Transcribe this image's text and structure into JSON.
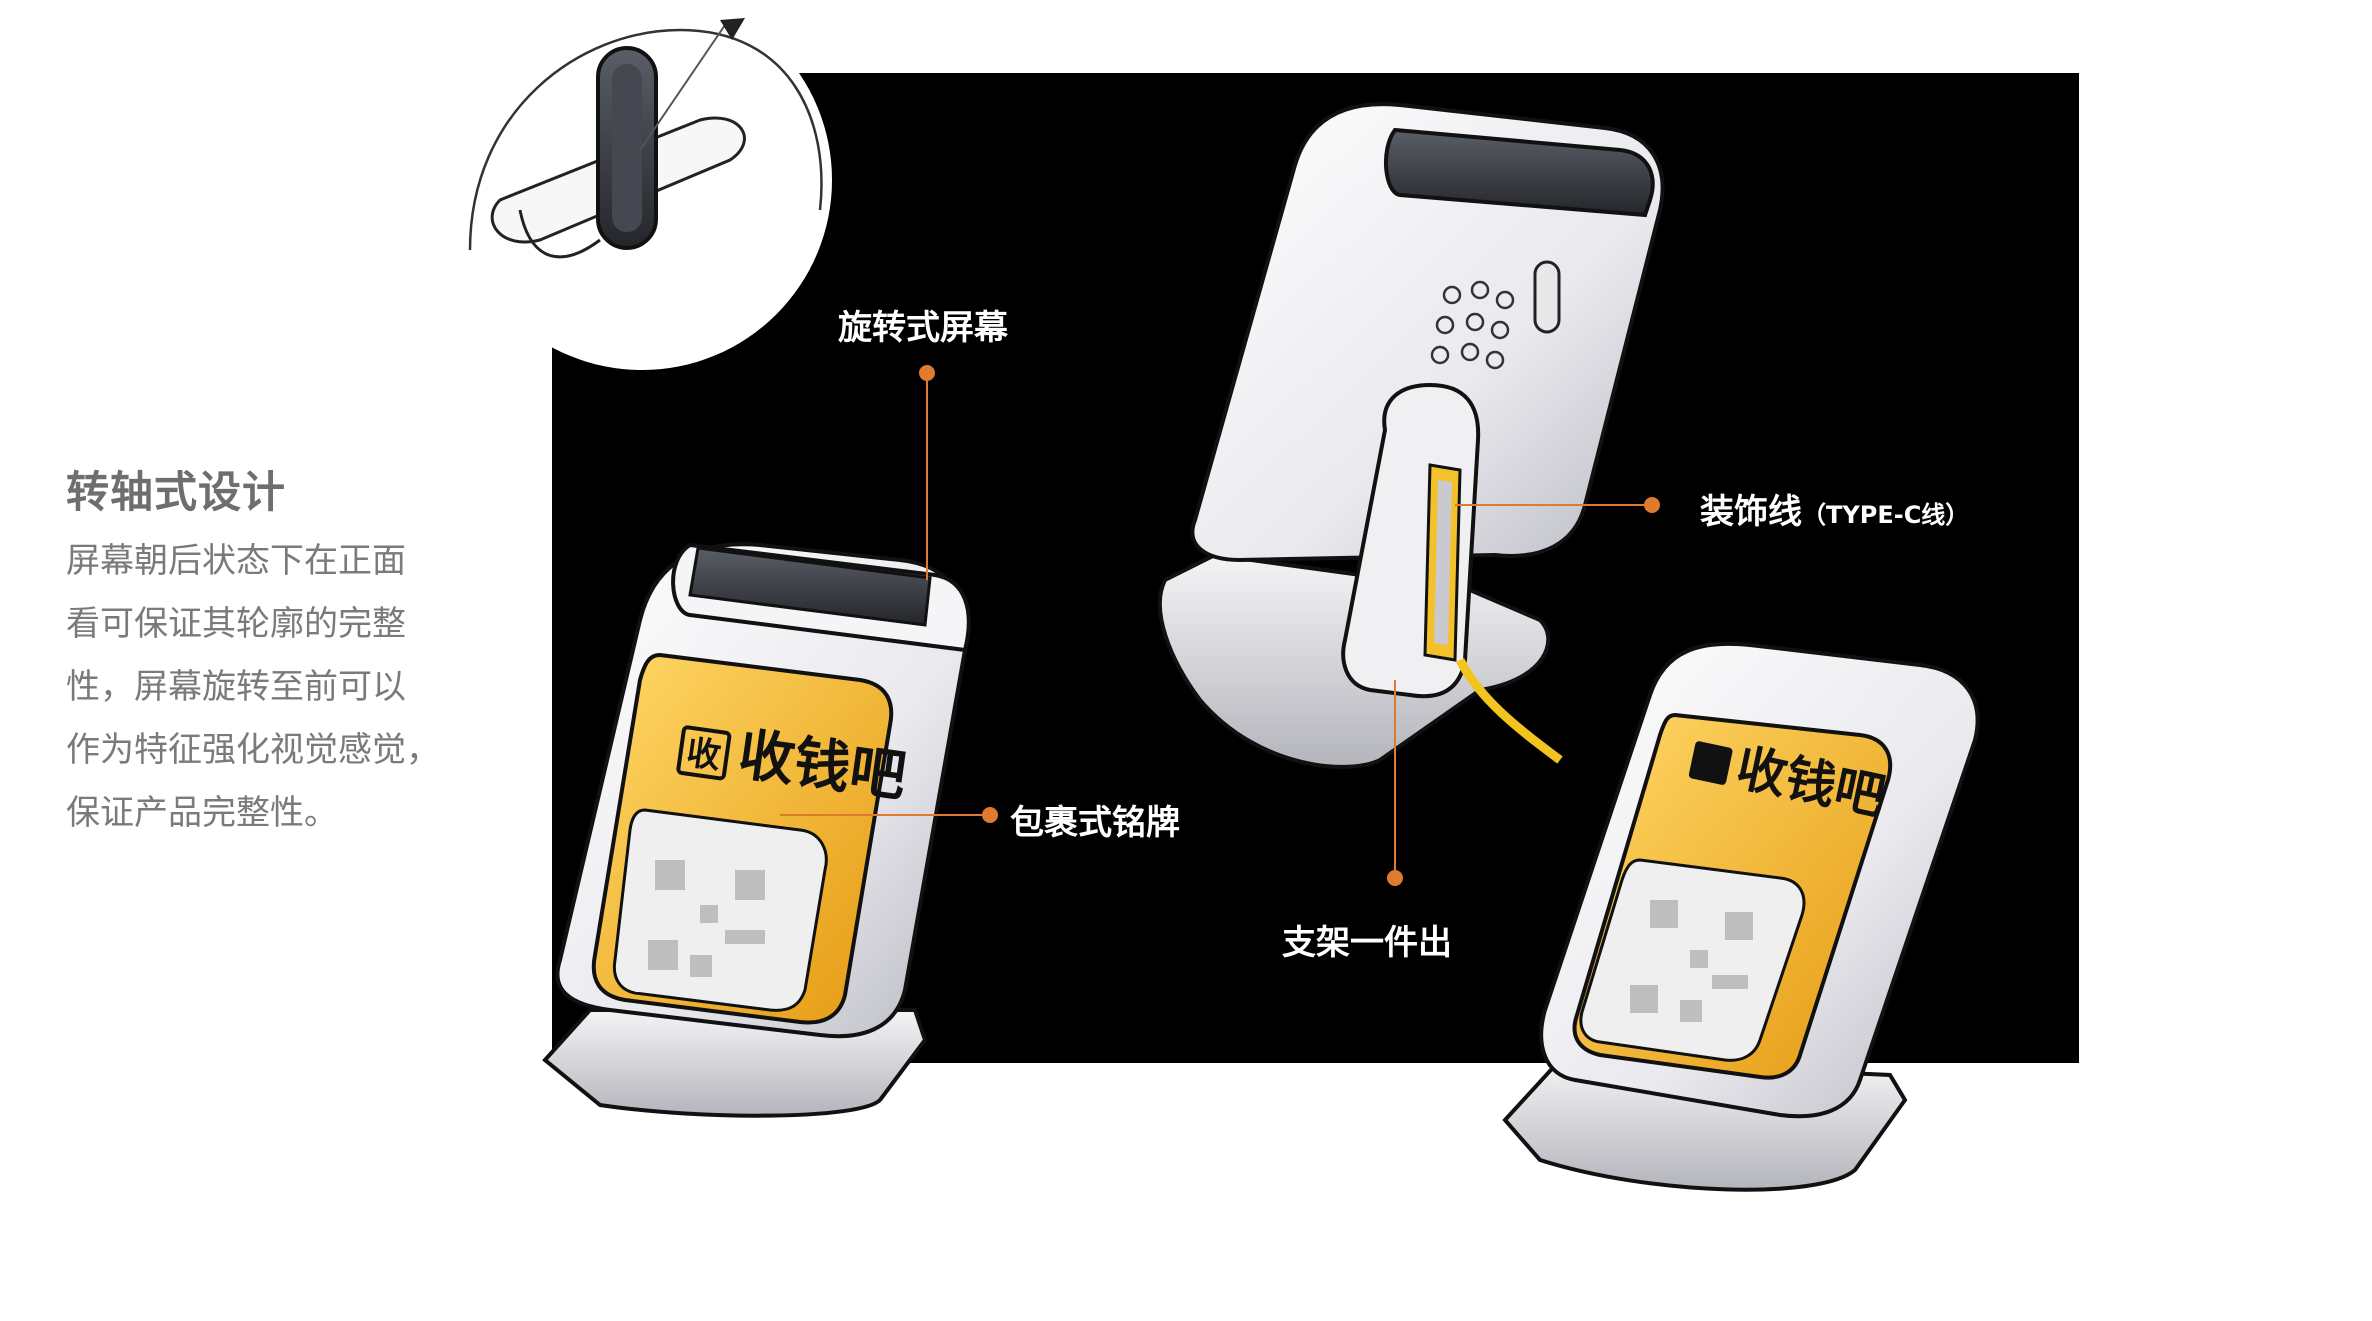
{
  "side_panel": {
    "title": "转轴式设计",
    "body_lines": [
      "屏幕朝后状态下在正面",
      "看可保证其轮廓的完整",
      "性，屏幕旋转至前可以",
      "作为特征强化视觉感觉，",
      "保证产品完整性。"
    ]
  },
  "callouts": {
    "rotating_screen": "旋转式屏幕",
    "wrapped_nameplate": "包裹式铭牌",
    "decorative_line": "装饰线",
    "decorative_line_note": "（TYPE-C线）",
    "one_piece_stand": "支架一件出"
  },
  "device_branding": {
    "logo_glyph": "收",
    "brand_name": "收钱吧"
  },
  "colors": {
    "accent_orange": "#e07a2e",
    "nameplate_yellow": "#f2b01e",
    "panel_black": "#000000",
    "body_white": "#f2f2f4",
    "screen_dark": "#3a3d44"
  }
}
